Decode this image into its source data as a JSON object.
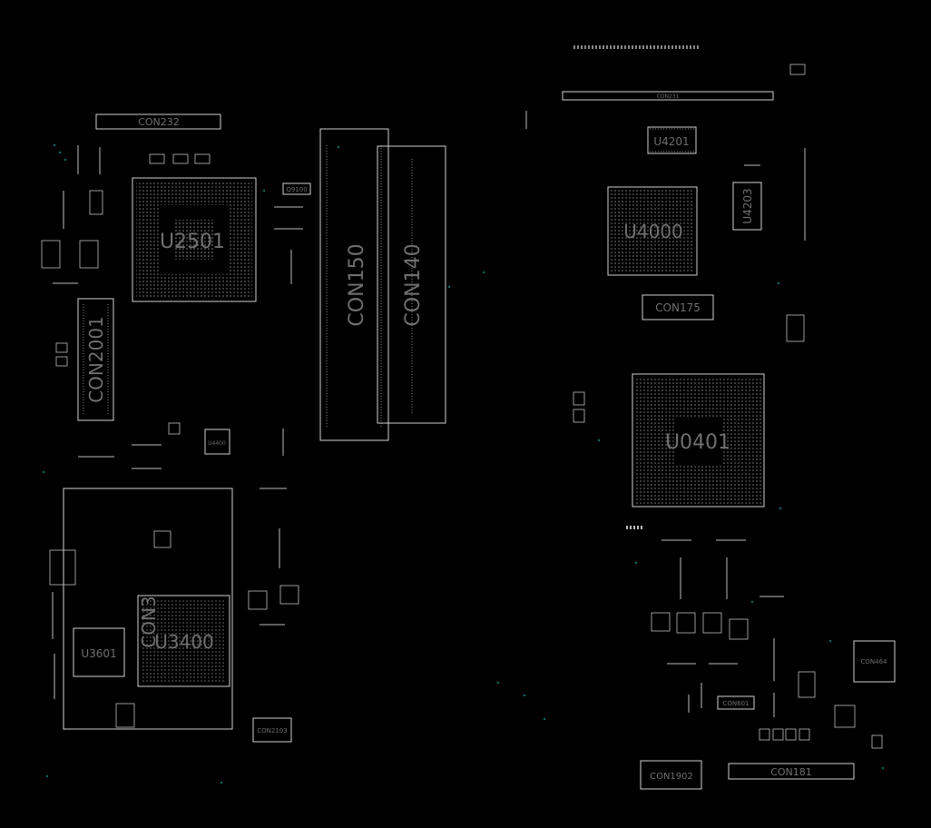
{
  "board": {
    "background": "#000000",
    "outline_color": "#cfcfcf",
    "label_color": "#6f6f6f",
    "via_color": "#0f6b66",
    "components": {
      "con232": "CON232",
      "con231": "CON231",
      "u2501": "U2501",
      "con150": "CON150",
      "con140": "CON140",
      "con2001": "CON2001",
      "u3400": "U3400",
      "u3601": "U3601",
      "con3": "CON3",
      "u4400": "U4400",
      "con2103": "CON2103",
      "q9100": "Q9100",
      "u4201": "U4201",
      "u4000": "U4000",
      "u4203": "U4203",
      "con175": "CON175",
      "u0401": "U0401",
      "con464": "CON464",
      "con601": "CON601",
      "con1902": "CON1902",
      "con181": "CON181"
    }
  }
}
